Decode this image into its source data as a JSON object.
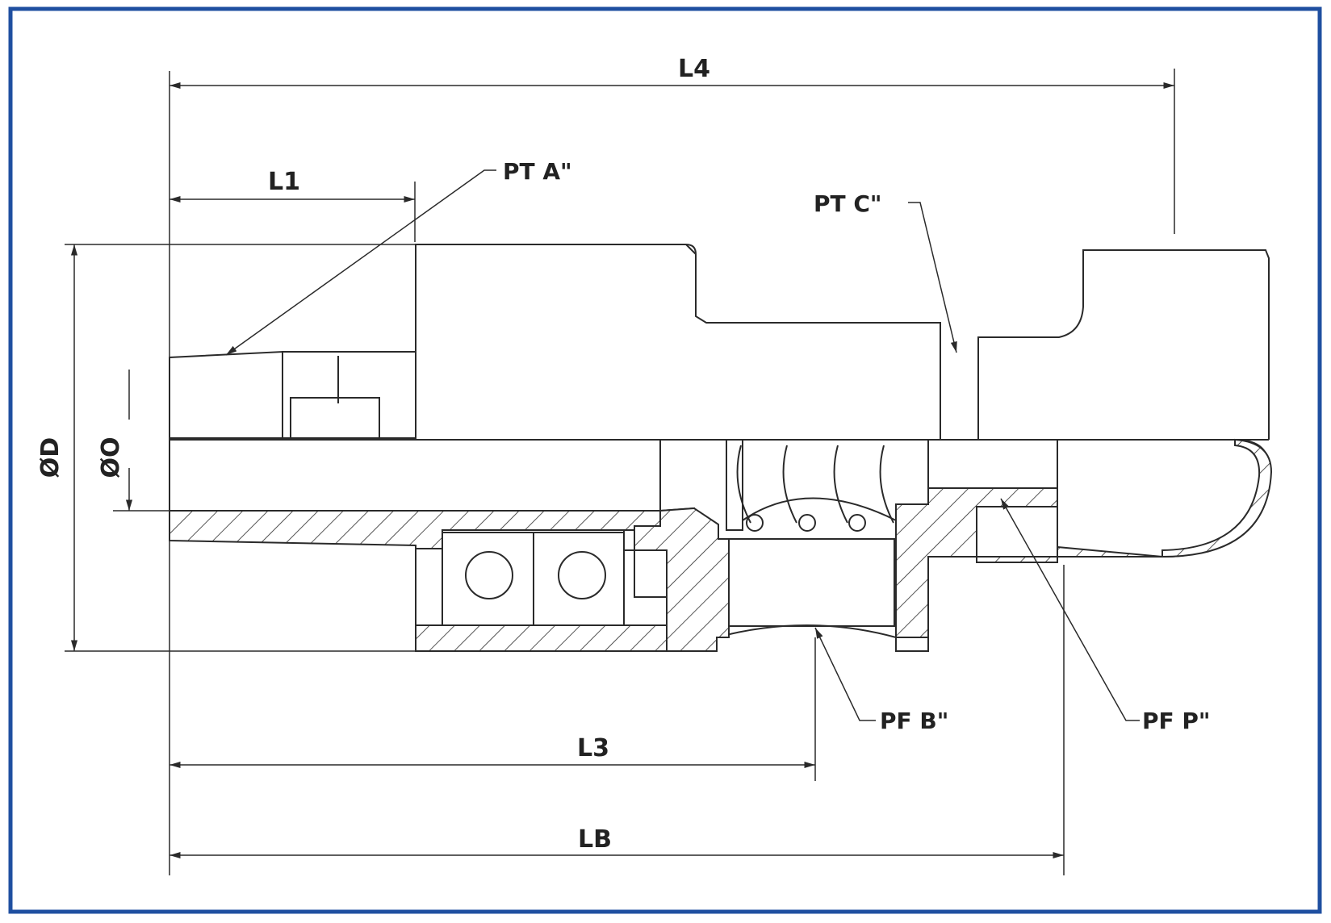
{
  "colors": {
    "border": "#1f4fa0",
    "line": "#2a2a2a",
    "label": "#222222",
    "background": "#ffffff"
  },
  "dimensions": {
    "overall_length": "L4",
    "l1": "L1",
    "l3": "L3",
    "lb": "LB",
    "outer_diameter": "ØD",
    "bore_diameter": "ØO"
  },
  "callouts": {
    "pt_a": "PT A\"",
    "pt_c": "PT C\"",
    "pf_b": "PF B\"",
    "pf_p": "PF P\""
  }
}
